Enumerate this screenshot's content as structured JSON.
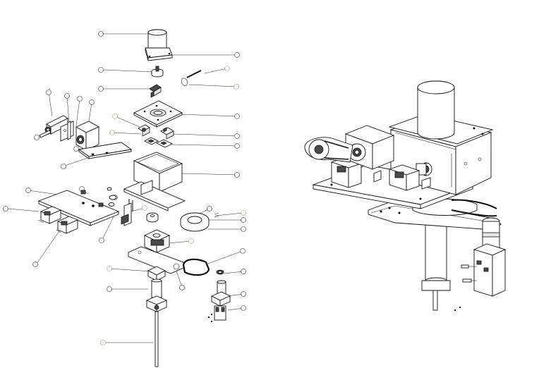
{
  "figure": {
    "left_view": "exploded",
    "right_view": "assembled",
    "balloon_count": 43,
    "highlighted_balloon_color": "#9aa66a",
    "line_color": "#111111",
    "background": "#ffffff"
  }
}
